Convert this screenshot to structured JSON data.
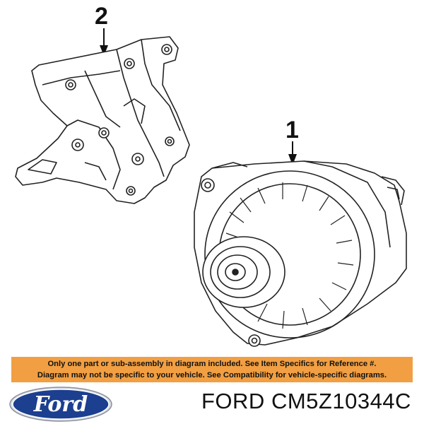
{
  "diagram": {
    "callouts": {
      "bracket": "2",
      "alternator": "1"
    }
  },
  "notice": {
    "line1": "Only one part or sub-assembly in diagram included. See Item Specifics for Reference #.",
    "line2": "Diagram may not be specific to your vehicle. See Compatibility for vehicle-specific diagrams.",
    "background_color": "#f19f42"
  },
  "brand": {
    "logo_text": "Ford",
    "logo_color": "#1c3f8f",
    "name": "FORD",
    "part_number": "CM5Z10344C"
  }
}
